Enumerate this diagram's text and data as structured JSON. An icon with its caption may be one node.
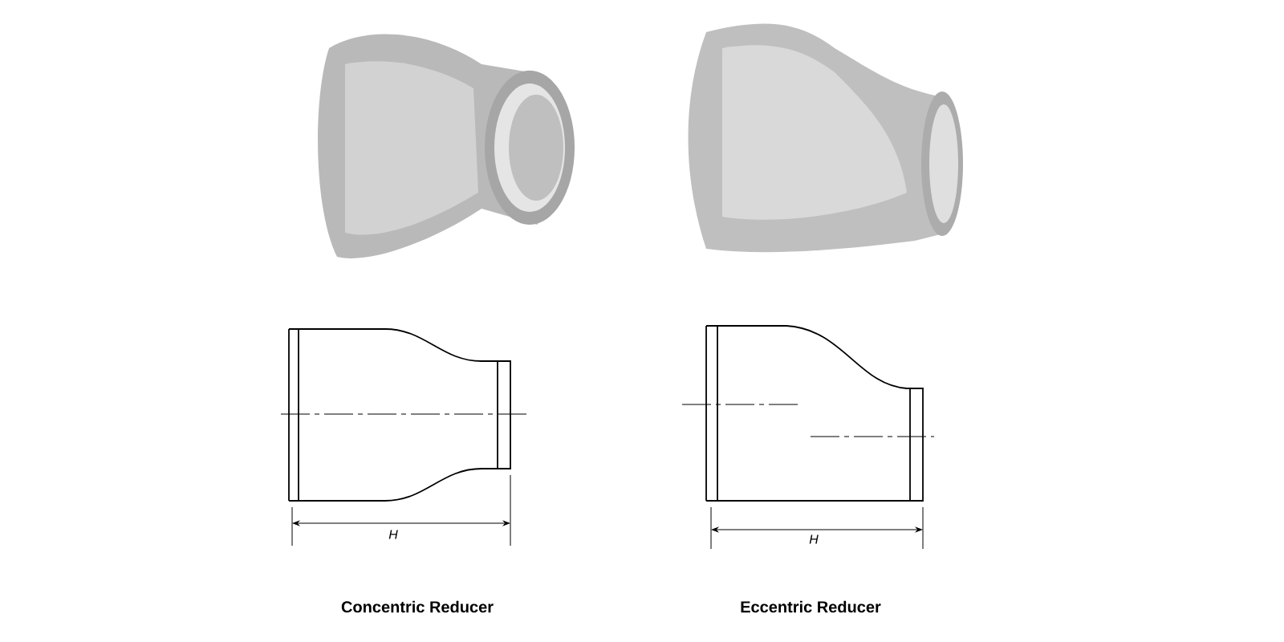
{
  "diagram": {
    "labels": [
      "H",
      "H",
      "Concentric Reducer",
      "Eccentric Reducer"
    ]
  }
}
